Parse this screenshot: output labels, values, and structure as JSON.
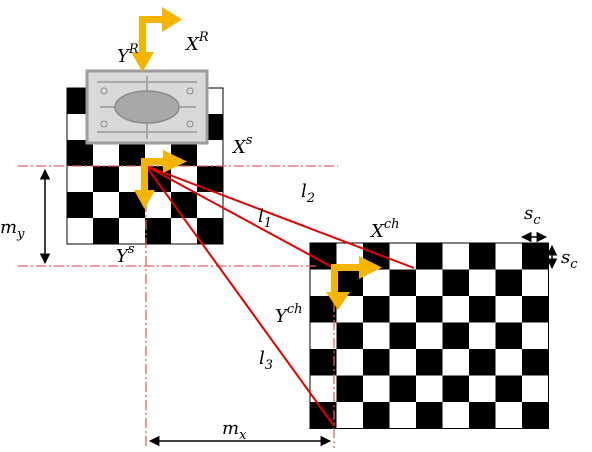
{
  "labels": {
    "robot_x": {
      "base": "X",
      "sup": "R"
    },
    "robot_y": {
      "base": "Y",
      "sup": "R"
    },
    "sensor_x": {
      "base": "X",
      "sup": "s"
    },
    "sensor_y": {
      "base": "Y",
      "sup": "s"
    },
    "chess_x": {
      "base": "X",
      "sup": "ch"
    },
    "chess_y": {
      "base": "Y",
      "sup": "ch"
    },
    "l1": {
      "base": "l",
      "sub": "1"
    },
    "l2": {
      "base": "l",
      "sub": "2"
    },
    "l3": {
      "base": "l",
      "sub": "3"
    },
    "m_x": {
      "base": "m",
      "sub": "x"
    },
    "m_y": {
      "base": "m",
      "sub": "y"
    },
    "s_c_horizontal": {
      "base": "s",
      "sub": "c"
    },
    "s_c_vertical": {
      "base": "s",
      "sub": "c"
    }
  },
  "colors": {
    "axis_arrow": "#F5B400",
    "red_lines": "#E00000",
    "dash_dot": "#E06060",
    "board_dark": "#000000",
    "board_light": "#ffffff",
    "plate": "#bfbfbf"
  }
}
